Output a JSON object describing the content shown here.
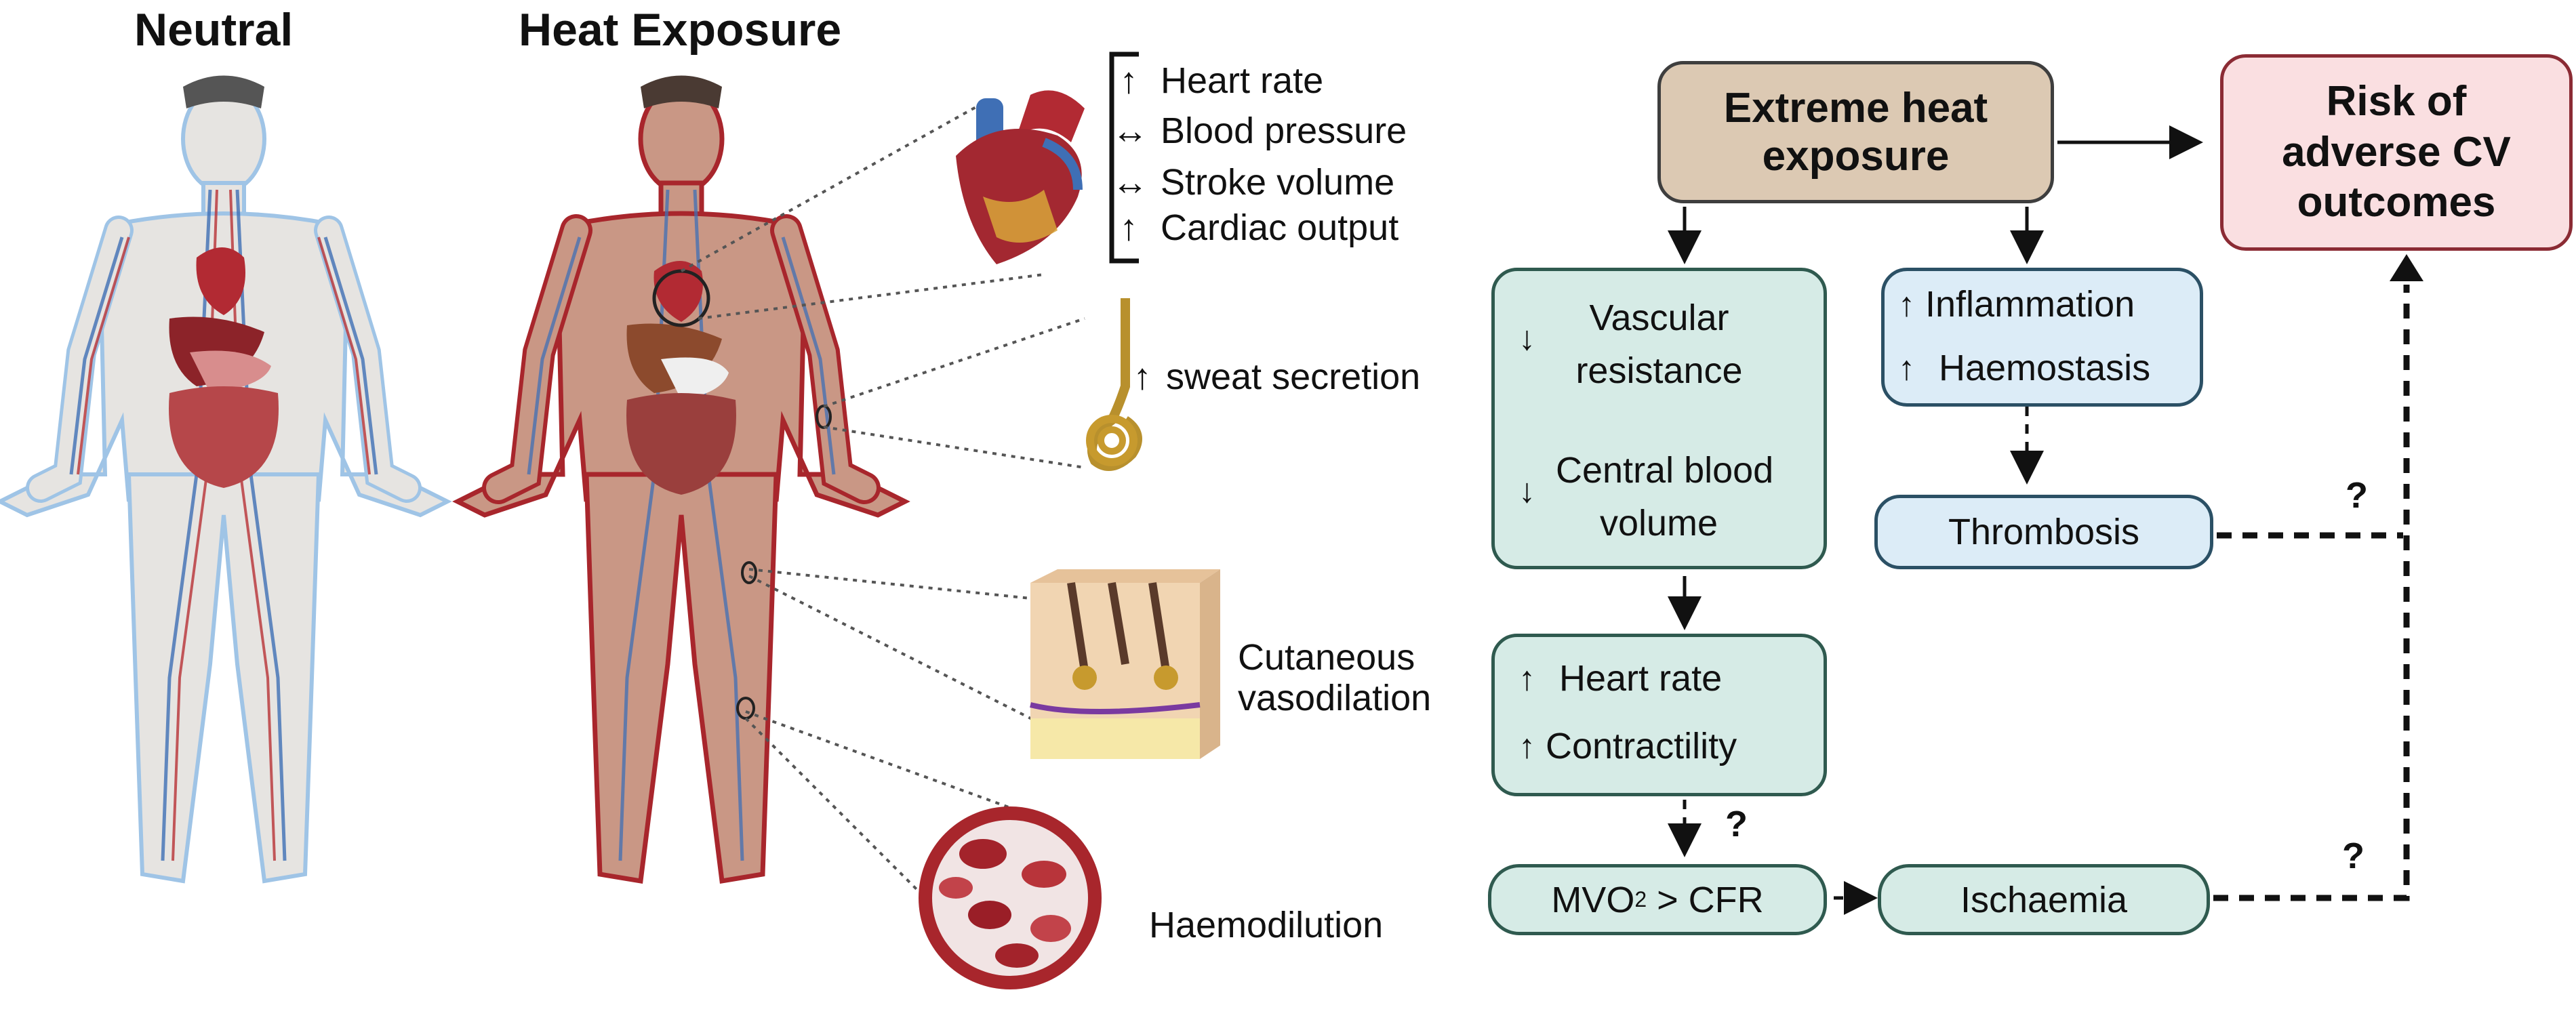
{
  "panels": {
    "neutral_title": "Neutral",
    "heat_title": "Heat Exposure"
  },
  "heart_effects": [
    {
      "arrow": "↑",
      "label": "Heart rate"
    },
    {
      "arrow": "↔",
      "label": "Blood pressure"
    },
    {
      "arrow": "↔",
      "label": "Stroke volume"
    },
    {
      "arrow": "↑",
      "label": "Cardiac output"
    }
  ],
  "callouts": {
    "sweat_arrow": "↑",
    "sweat": "sweat secretion",
    "cutaneous_1": "Cutaneous",
    "cutaneous_2": "vasodilation",
    "haemodilution": "Haemodilution"
  },
  "flow": {
    "extreme_1": "Extreme heat",
    "extreme_2": "exposure",
    "risk_1": "Risk of",
    "risk_2": "adverse CV",
    "risk_3": "outcomes",
    "vascular_1": "Vascular",
    "vascular_2": "resistance",
    "central_1": "Central blood",
    "central_2": "volume",
    "down_arrow": "↓",
    "up_arrow": "↑",
    "inflammation": "Inflammation",
    "haemostasis": "Haemostasis",
    "thrombosis": "Thrombosis",
    "heart_rate": "Heart rate",
    "contractility": "Contractility",
    "mvo2_pre": "MVO",
    "mvo2_sub": "2",
    "mvo2_post": " > CFR",
    "ischaemia": "Ischaemia",
    "question": "?"
  },
  "colors": {
    "green_fill": "#d6ebe6",
    "blue_fill": "#dcecf7",
    "tan_fill": "#dcc9b3",
    "pink_fill": "#fadfe1",
    "skin": "#c99785",
    "blood": "#a8262c",
    "vein": "#3f6fb5"
  }
}
